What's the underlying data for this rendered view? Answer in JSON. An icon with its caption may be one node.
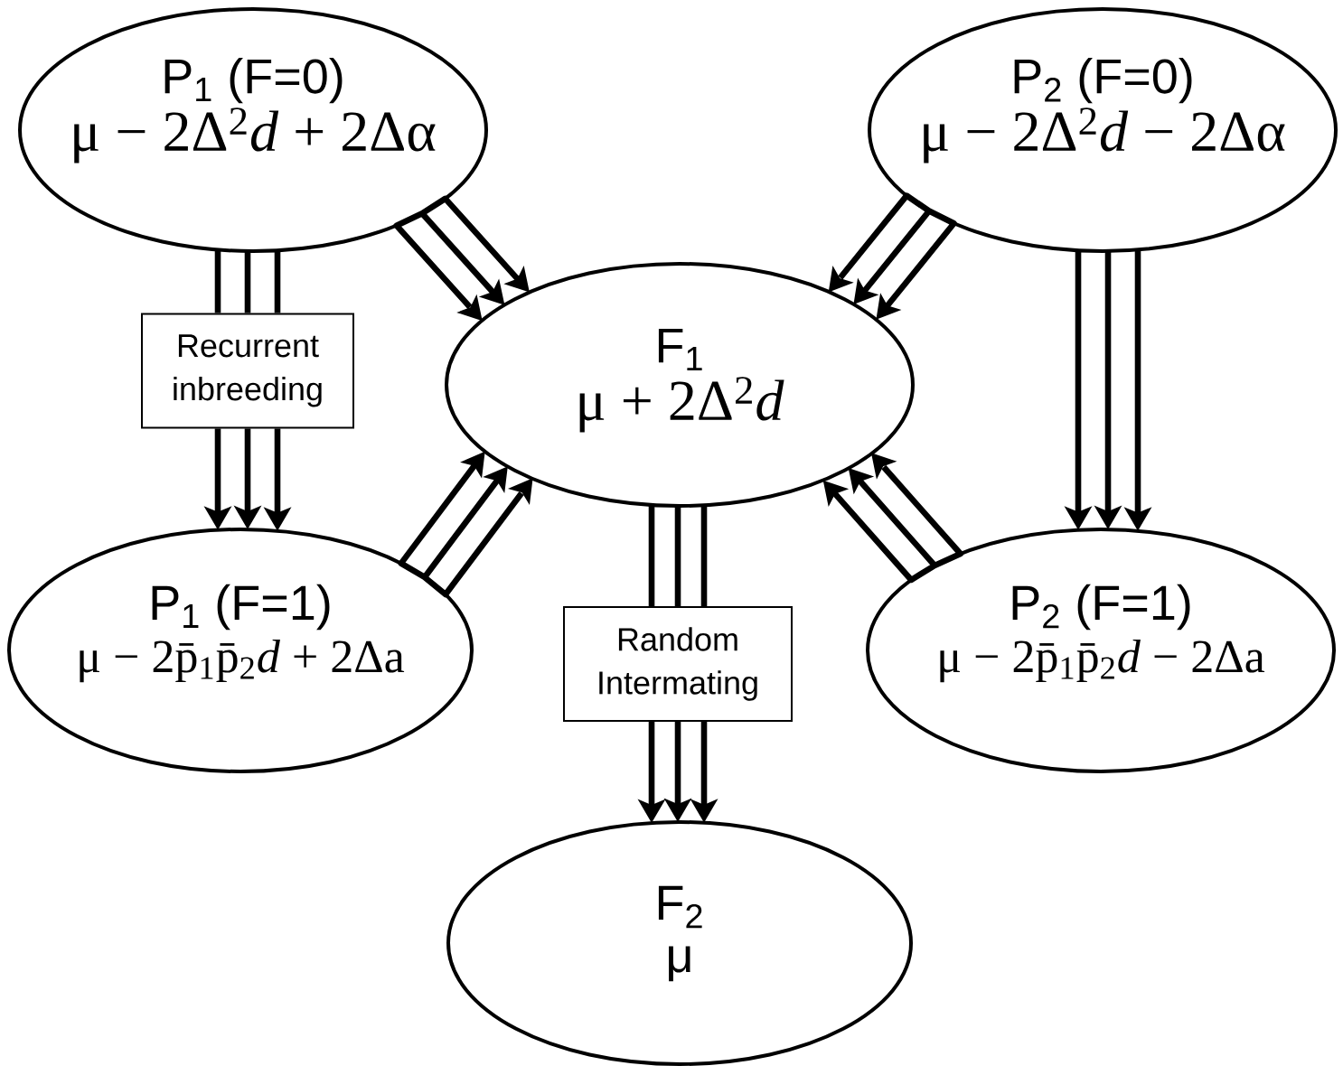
{
  "diagram": {
    "nodes": [
      {
        "text": [
          "P$_{1}$ (F=0)",
          "μ − 2Δ$^{2}$*d* + 2Δα"
        ]
      },
      {
        "text": [
          "P$_{2}$ (F=0)",
          "μ − 2Δ$^{2}$*d* − 2Δα"
        ]
      },
      {
        "text": [
          "F$_{1}$",
          "μ + 2Δ$^{2}$*d*"
        ]
      },
      {
        "text": [
          "P$_{1}$ (F=1)",
          "μ − 2p̄$_{1}$p̄$_{2}$*d* + 2Δa"
        ]
      },
      {
        "text": [
          "P$_{2}$ (F=1)",
          "μ − 2p̄$_{1}$p̄$_{2}$*d* − 2Δa"
        ]
      },
      {
        "text": [
          "F$_{2}$",
          "μ"
        ]
      }
    ],
    "edges": [
      {
        "from": 0,
        "to": 3,
        "arrow": "to",
        "label": "Recurrent inbreeding"
      },
      {
        "from": 0,
        "to": 2,
        "arrow": "to"
      },
      {
        "from": 1,
        "to": 2,
        "arrow": "to"
      },
      {
        "from": 1,
        "to": 4,
        "arrow": "to"
      },
      {
        "from": 3,
        "to": 2,
        "arrow": "to"
      },
      {
        "from": 4,
        "to": 2,
        "arrow": "to"
      },
      {
        "from": 2,
        "to": 5,
        "arrow": "to",
        "label": "Random Intermating"
      }
    ]
  }
}
